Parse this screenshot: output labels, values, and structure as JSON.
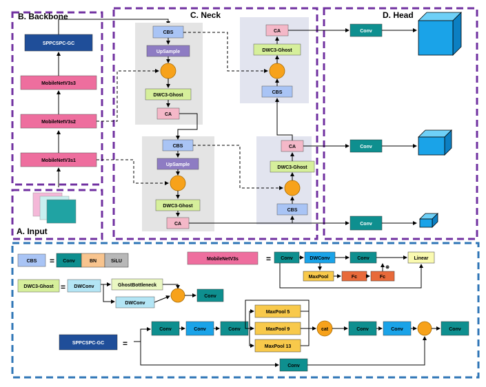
{
  "sections": {
    "backbone": "B. Backbone",
    "neck": "C. Neck",
    "head": "D. Head",
    "input": "A. Input"
  },
  "backbone": {
    "sppcspc": "SPPCSPC-GC",
    "mb3": "MobileNetV3s3",
    "mb2": "MobileNetV3s2",
    "mb1": "MobileNetV3s1"
  },
  "neck": {
    "cbs": "CBS",
    "upsample": "UpSample",
    "dwc3": "DWC3-Ghost",
    "ca": "CA"
  },
  "head": {
    "conv": "Conv"
  },
  "legend": {
    "cbs_label": "CBS",
    "cbs_parts": [
      "Conv",
      "BN",
      "SiLU"
    ],
    "eq": "=",
    "mobilenet_label": "MobileNetV3s",
    "mobilenet": {
      "conv": "Conv",
      "dwconv": "DWConv",
      "maxpool": "MaxPool",
      "fc1": "Fc",
      "fc2": "Fc",
      "conv2": "Conv",
      "linear": "Linear",
      "mul": "⊗"
    },
    "dwc3_label": "DWC3-Ghost",
    "dwc3": {
      "dwconv1": "DWConv",
      "ghost": "GhostBottleneck",
      "dwconv2": "DWConv",
      "conv": "Conv"
    },
    "spp_label": "SPPCSPC-GC",
    "spp": {
      "conv1": "Conv",
      "conv2": "Conv",
      "conv3": "Conv",
      "mp5": "MaxPool 5",
      "mp9": "MaxPool 9",
      "mp13": "MaxPool 13",
      "cat": "cat",
      "conv4": "Conv",
      "conv5": "Conv",
      "conv6": "Conv",
      "conv_bottom": "Conv"
    }
  },
  "colors": {
    "purple_dash": "#7030a0",
    "blue_dash": "#2e75b6",
    "cbs": "#a9c4f5",
    "upsample": "#8e7cc3",
    "dwc3": "#d6ef9b",
    "ca": "#f4b8c8",
    "mobilenet": "#ee6e9e",
    "sppcspc": "#1f4e99",
    "conv_teal": "#0e8f8f",
    "conv_blue": "#1aa3e8",
    "bn": "#f8c48e",
    "silu": "#b8b8b8",
    "maxpool": "#f8c94b",
    "fc": "#e86a3a",
    "linear": "#fafab0",
    "node": "#f7a21b",
    "cube": "#1aa3e8"
  }
}
